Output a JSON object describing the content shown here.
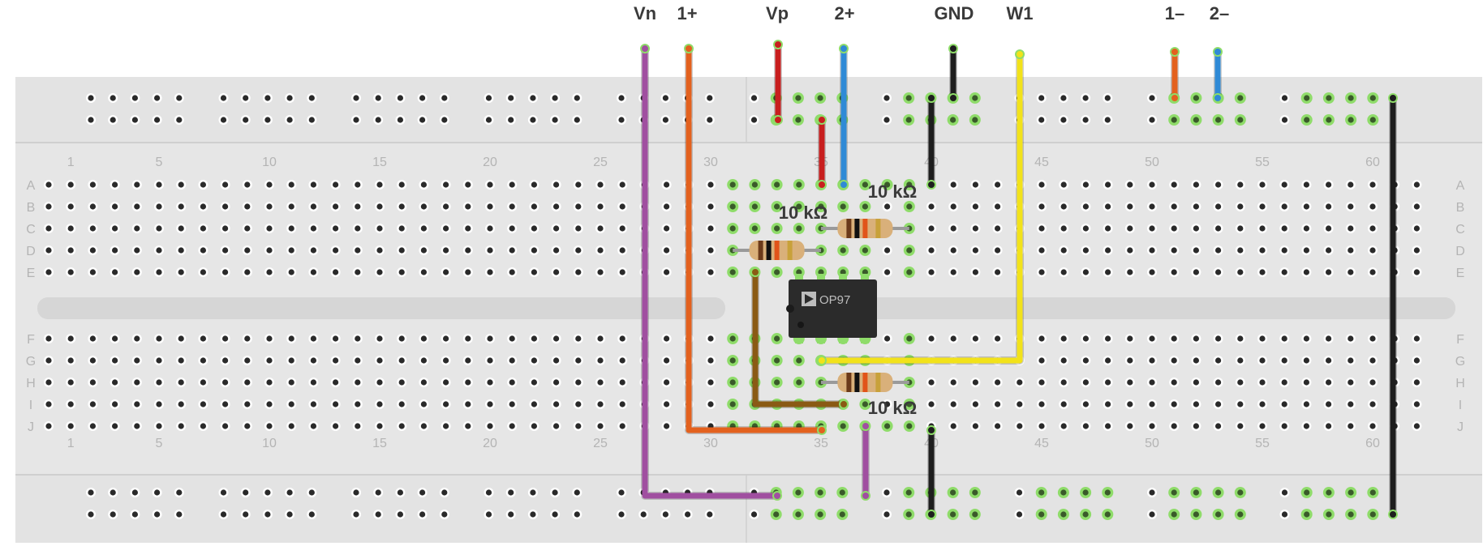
{
  "pin_header": [
    {
      "id": "vn",
      "label": "Vn",
      "color": "#a04fa0"
    },
    {
      "id": "p1",
      "label": "1+",
      "color": "#e3611e"
    },
    {
      "id": "vp",
      "label": "Vp",
      "color": "#c81e1e"
    },
    {
      "id": "p2",
      "label": "2+",
      "color": "#2f8ad6"
    },
    {
      "id": "gnd",
      "label": "GND",
      "color": "#1e1e1e"
    },
    {
      "id": "w1",
      "label": "W1",
      "color": "#f2e21a"
    },
    {
      "id": "n1",
      "label": "1–",
      "color": "#e3611e"
    },
    {
      "id": "n2",
      "label": "2–",
      "color": "#2f8ad6"
    }
  ],
  "breadboard": {
    "column_numbers": [
      "1",
      "5",
      "10",
      "15",
      "20",
      "25",
      "30",
      "35",
      "40",
      "45",
      "50",
      "55",
      "60"
    ],
    "row_letters_top": [
      "A",
      "B",
      "C",
      "D",
      "E"
    ],
    "row_letters_bottom": [
      "F",
      "G",
      "H",
      "I",
      "J"
    ]
  },
  "chip": {
    "label": "OP97",
    "logo": "analog-devices-logo-icon"
  },
  "resistors": [
    {
      "id": "r1",
      "label": "10 kΩ"
    },
    {
      "id": "r2",
      "label": "10 kΩ"
    },
    {
      "id": "r3",
      "label": "10 kΩ"
    }
  ],
  "colors": {
    "board": "#e3e3e3",
    "board_edge": "#d0d0d0",
    "hole": "#2a2a2a",
    "hole_ring": "#ffffff",
    "active_hole": "#8fdc6a",
    "wire_brown": "#8a5a14",
    "chip_body": "#2b2b2b"
  }
}
